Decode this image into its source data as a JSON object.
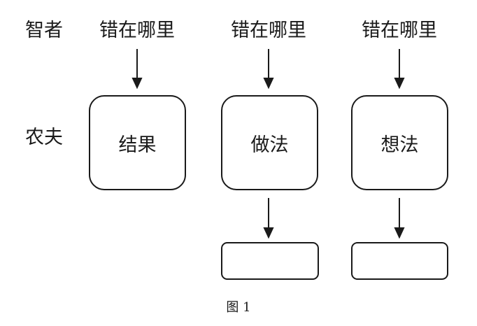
{
  "rows": {
    "top_label": "智者",
    "bottom_label": "农夫"
  },
  "columns": [
    {
      "question": "错在哪里",
      "box_label": "结果"
    },
    {
      "question": "错在哪里",
      "box_label": "做法"
    },
    {
      "question": "错在哪里",
      "box_label": "想法"
    }
  ],
  "bottom_boxes": [
    "",
    ""
  ],
  "caption": "图 1"
}
